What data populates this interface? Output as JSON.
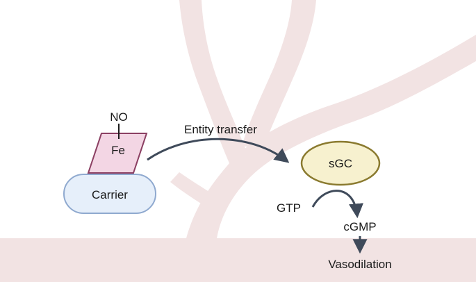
{
  "diagram": {
    "no_label": "NO",
    "fe_label": "Fe",
    "carrier_label": "Carrier",
    "transfer_label": "Entity transfer",
    "sgc_label": "sGC",
    "gtp_label": "GTP",
    "cgmp_label": "cGMP",
    "vasodilation_label": "Vasodilation"
  },
  "colors": {
    "vessel_fill": "#f2e3e3",
    "vessel_edge": "#e9d3d3",
    "fe_fill": "#f3d6e4",
    "fe_stroke": "#8b3f62",
    "carrier_fill": "#e6effa",
    "carrier_stroke": "#8fa9cf",
    "sgc_fill": "#f7f1cf",
    "sgc_stroke": "#8a7a2f",
    "arrow": "#3f4a5a"
  }
}
